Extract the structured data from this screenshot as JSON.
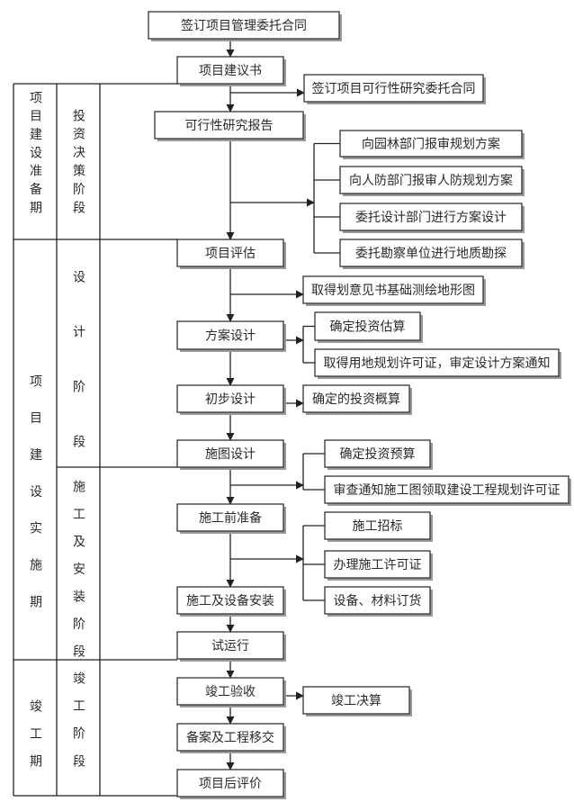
{
  "main_flow": [
    "签订项目管理委托合同",
    "项目建议书",
    "可行性研究报告",
    "项目评估",
    "方案设计",
    "初步设计",
    "施图设计",
    "施工前准备",
    "施工及设备安装",
    "试运行",
    "竣工验收",
    "备案及工程移交",
    "项目后评价"
  ],
  "side_items": {
    "after_proposal": [
      "签订项目可行性研究委托合同"
    ],
    "after_feasibility": [
      "向园林部门报审规划方案",
      "向人防部门报审人防规划方案",
      "委托设计部门进行方案设计",
      "委托勘察单位进行地质勘探"
    ],
    "after_evaluation": [
      "取得划意见书基础测绘地形图"
    ],
    "scheme_design": [
      "确定投资估算",
      "取得用地规划许可证，审定设计方案通知"
    ],
    "preliminary_design": [
      "确定的投资概算"
    ],
    "construction_drawing": [
      "确定投资预算",
      "审查通知施工图领取建设工程规划许可证"
    ],
    "pre_construction": [
      "施工招标",
      "办理施工许可证",
      "设备、材料订货"
    ],
    "completion_acceptance": [
      "竣工决算"
    ]
  },
  "periods": [
    "项目建设准备期",
    "项目建设实施期",
    "竣工期"
  ],
  "stages": [
    "投资决策阶段",
    "设计阶段",
    "施工及安装阶段",
    "竣工阶段"
  ]
}
